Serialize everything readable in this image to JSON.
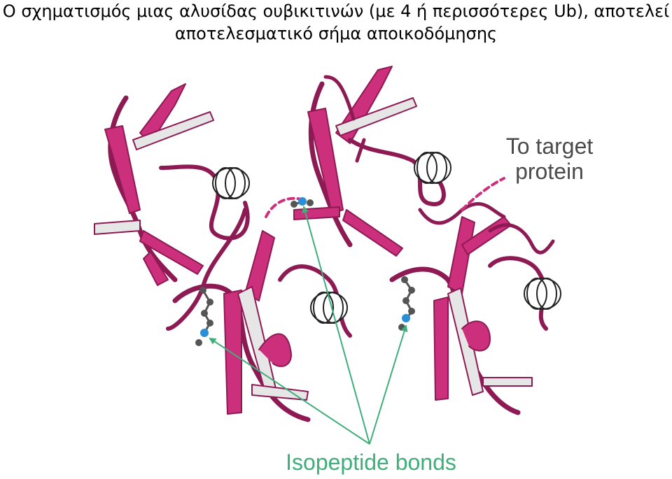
{
  "title": {
    "line1": "Ο σχηματισμός μιας αλυσίδας ουβικιτινών (με 4 ή περισσότερες Ub), αποτελεί",
    "line2": "αποτελεσματικό σήμα αποικοδόμησης"
  },
  "labels": {
    "target_line1": "To target",
    "target_line2": "protein",
    "isopeptide": "Isopeptide bonds"
  },
  "colors": {
    "ribbon": "#cc2f7c",
    "ribbon_dark": "#8e1a54",
    "ribbon_light": "#e6e6e6",
    "arrow": "#3fae7a",
    "bond_atom": "#555555",
    "nitrogen": "#2a8fd6"
  }
}
